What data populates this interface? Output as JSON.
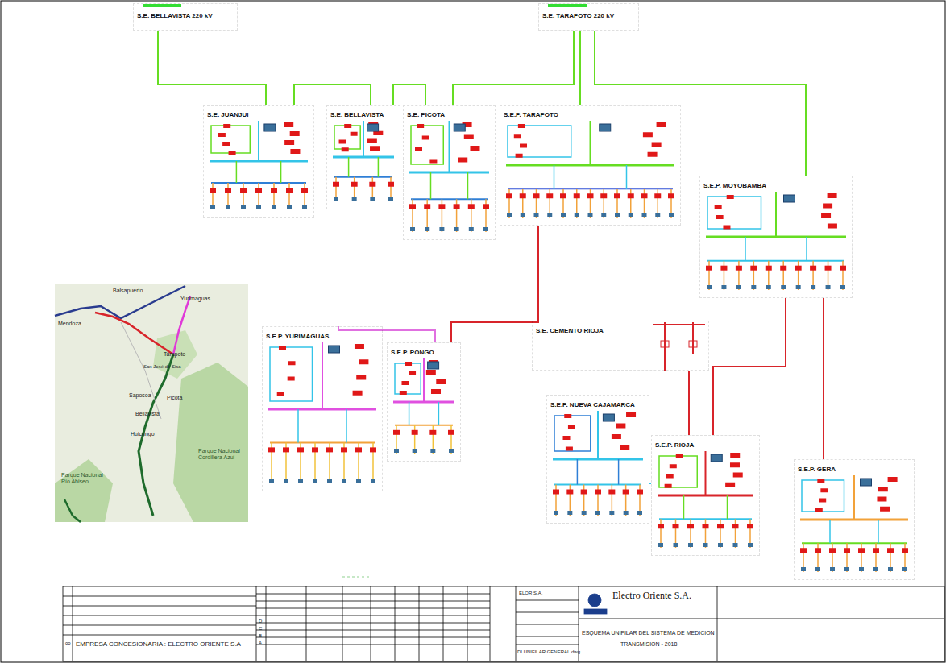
{
  "diagram": {
    "nodes": [
      {
        "text": [
          "S.E. BELLAVISTA 220 kV"
        ]
      },
      {
        "text": [
          "S.E. TARAPOTO 220 kV"
        ]
      },
      {
        "text": [
          "S.E. JUANJUI"
        ]
      },
      {
        "text": [
          "S.E. BELLAVISTA"
        ]
      },
      {
        "text": [
          "S.E. PICOTA"
        ]
      },
      {
        "text": [
          "S.E.P. TARAPOTO"
        ]
      },
      {
        "text": [
          "S.E.P. MOYOBAMBA"
        ]
      },
      {
        "text": [
          "S.E.P. YURIMAGUAS"
        ]
      },
      {
        "text": [
          "S.E.P. PONGO"
        ]
      },
      {
        "text": [
          "S.E. CEMENTO RIOJA"
        ]
      },
      {
        "text": [
          "S.E.P. NUEVA CAJAMARCA"
        ]
      },
      {
        "text": [
          "S.E.P. RIOJA"
        ]
      },
      {
        "text": [
          "S.E.P. GERA"
        ]
      }
    ],
    "edges": [
      {
        "from": 0,
        "to": 2,
        "arrow": "none"
      },
      {
        "from": 2,
        "to": 3,
        "arrow": "none"
      },
      {
        "from": 3,
        "to": 4,
        "arrow": "none"
      },
      {
        "from": 4,
        "to": 1,
        "arrow": "none"
      },
      {
        "from": 1,
        "to": 5,
        "arrow": "none"
      },
      {
        "from": 1,
        "to": 6,
        "arrow": "none"
      },
      {
        "from": 5,
        "to": 8,
        "arrow": "none"
      },
      {
        "from": 8,
        "to": 7,
        "arrow": "none"
      },
      {
        "from": 6,
        "to": 11,
        "arrow": "none"
      },
      {
        "from": 6,
        "to": 12,
        "arrow": "none"
      },
      {
        "from": 11,
        "to": 9,
        "arrow": "none"
      },
      {
        "from": 11,
        "to": 10,
        "arrow": "none"
      }
    ],
    "labels": [
      "Balsapuerto",
      "Yurimaguas",
      "Mendoza",
      "Tarapoto",
      "San José de Sisa",
      "Saposoa",
      "Picota",
      "Bellavista",
      "Huicungo",
      "Parque Nacional Río Abiseo",
      "Parque Nacional Cordillera Azul",
      "EMPRESA CONCESIONARIA : ELECTRO ORIENTE S.A",
      "Electro Oriente S.A.",
      "ESQUEMA UNIFILAR DEL SISTEMA DE MEDICION",
      "TRANSMISION - 2018",
      "DI UNIFILAR GENERAL.dwg",
      "ELOR S.A.",
      "A",
      "B",
      "C",
      "D",
      "00"
    ]
  }
}
